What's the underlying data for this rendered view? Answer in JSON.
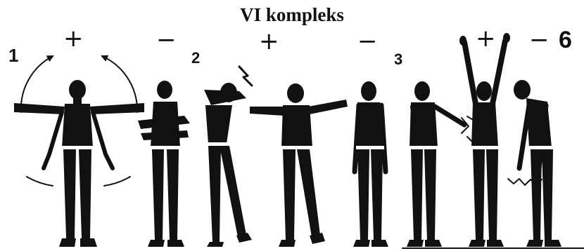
{
  "title": "VI kompleks",
  "steps": [
    {
      "number": "1",
      "signs": [
        "+",
        "−"
      ]
    },
    {
      "number": "2",
      "signs": [
        "+",
        "−"
      ]
    },
    {
      "number": "3",
      "signs": [
        "+",
        "−"
      ]
    },
    {
      "number": "6",
      "signs": []
    }
  ],
  "colors": {
    "ink": "#111111",
    "background": "#ffffff"
  }
}
